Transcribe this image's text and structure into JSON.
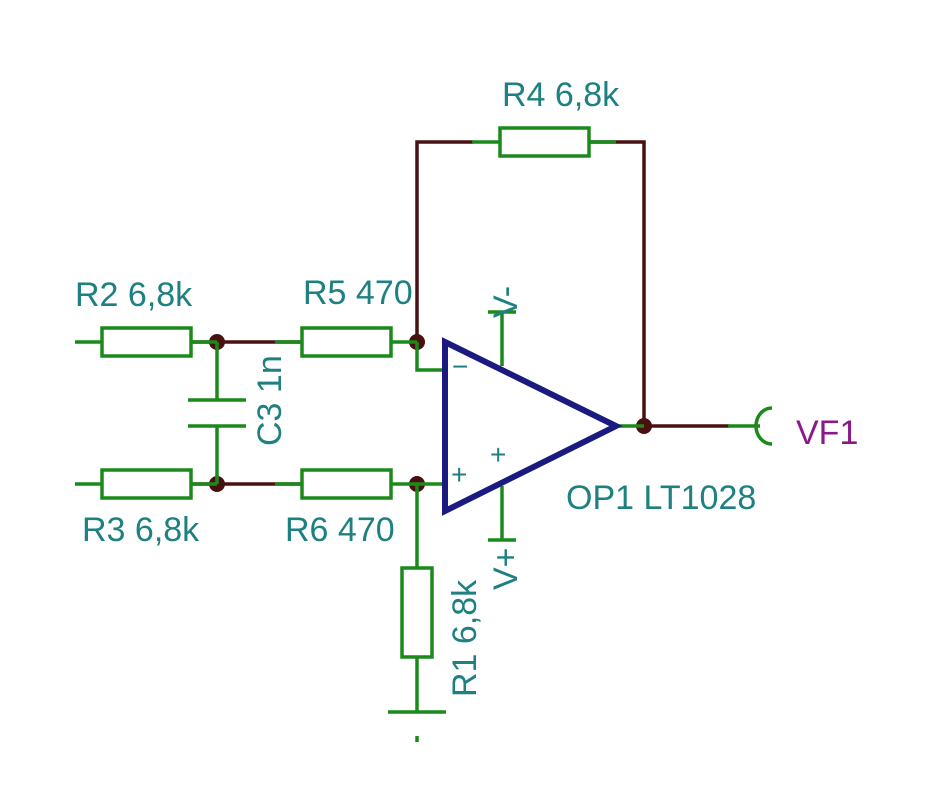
{
  "components": {
    "r1": {
      "name": "R1",
      "value": "6,8k"
    },
    "r2": {
      "name": "R2",
      "value": "6,8k"
    },
    "r3": {
      "name": "R3",
      "value": "6,8k"
    },
    "r4": {
      "name": "R4",
      "value": "6,8k"
    },
    "r5": {
      "name": "R5",
      "value": "470"
    },
    "r6": {
      "name": "R6",
      "value": "470"
    },
    "c3": {
      "name": "C3",
      "value": "1n"
    },
    "op1": {
      "name": "OP1",
      "value": "LT1028"
    }
  },
  "labels": {
    "r1": "R1 6,8k",
    "r2": "R2 6,8k",
    "r3": "R3 6,8k",
    "r4": "R4 6,8k",
    "r5": "R5 470",
    "r6": "R6 470",
    "c3": "C3 1n",
    "op1": "OP1 LT1028"
  },
  "net_labels": {
    "output": "VF1"
  },
  "opamp_pins": {
    "inverting": "−",
    "noninverting": "+",
    "supply_neg": "V-",
    "supply_pos": "V+",
    "supply_marker": "+"
  },
  "colors": {
    "wire": "#4a1010",
    "component": "#1a8a1a",
    "opamp": "#1a1a80",
    "text": "#1e8080",
    "net_label": "#8a1a8a"
  }
}
